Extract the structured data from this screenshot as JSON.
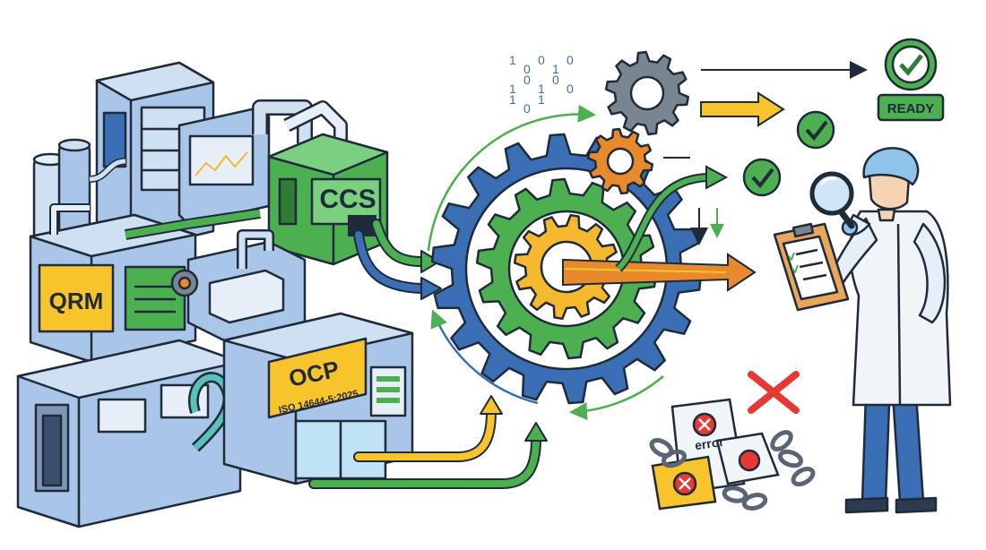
{
  "labels": {
    "qrm": "QRM",
    "ccs": "CCS",
    "ocp": "OCP",
    "ocp_standard": "ISO 14644-5:2025",
    "ready": "READY",
    "error": "error"
  },
  "binary_stream": [
    "1",
    "0",
    "0",
    "1",
    "0",
    "1",
    "0",
    "1",
    "0",
    "0",
    "1",
    "0",
    "1"
  ],
  "colors": {
    "outline": "#1f2a3a",
    "building_blue": "#a9c6e8",
    "building_light": "#cfe0f2",
    "green": "#4caf50",
    "dark_green": "#2e7d32",
    "gear_blue": "#3a6fb5",
    "gear_green": "#4caf50",
    "gear_yellow": "#f5b82e",
    "gear_orange": "#e8892b",
    "gear_gray": "#7a8592",
    "label_yellow": "#f7c52b",
    "error_red": "#e53935",
    "coat_white": "#f2f5f8",
    "cap_blue": "#8fc3ea"
  },
  "icons": [
    "check-icon",
    "close-icon",
    "magnifier-icon",
    "gear-icon",
    "chain-icon",
    "clipboard-icon"
  ]
}
